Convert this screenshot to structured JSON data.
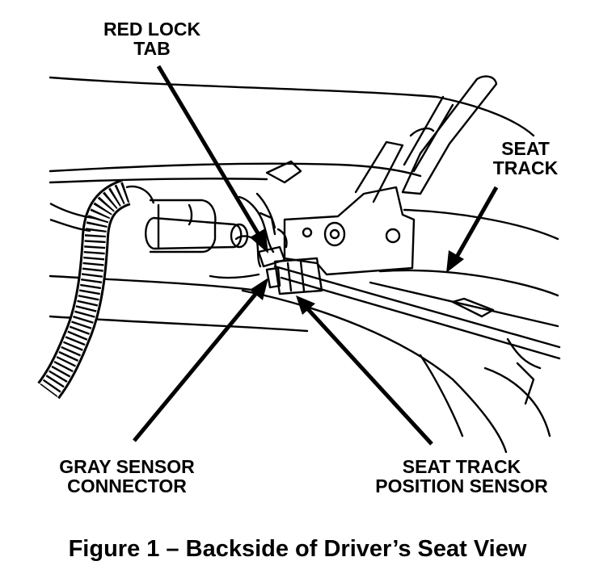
{
  "callouts": {
    "red_lock_tab": [
      "RED LOCK",
      "TAB"
    ],
    "seat_track": [
      "SEAT",
      "TRACK"
    ],
    "gray_sensor_connector": [
      "GRAY SENSOR",
      "CONNECTOR"
    ],
    "seat_track_position_sensor": [
      "SEAT TRACK",
      "POSITION SENSOR"
    ]
  },
  "caption": "Figure 1 – Backside of Driver’s Seat View",
  "colors": {
    "ink": "#000000",
    "background": "#ffffff"
  }
}
